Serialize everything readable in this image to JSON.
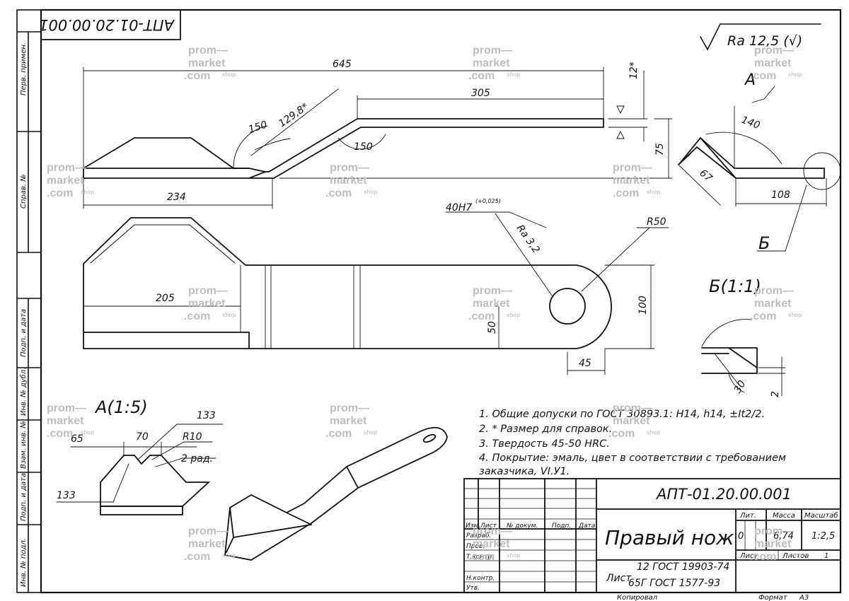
{
  "drawing": {
    "code_main": "АПТ-01.20.00.001",
    "code_rotated": "АПТ-01.20.00.001",
    "roughness": "Ra 12,5 (√)",
    "part_name": "Правый нож",
    "material_top": "12 ГОСТ 19903-74",
    "material_prefix": "Лист",
    "material_bottom": "65Г ГОСТ 1577-93",
    "footer_copied": "Копировал",
    "footer_format": "Формат",
    "footer_format_value": "А3"
  },
  "side_strip": {
    "labels": [
      "Перв. примен.",
      "Справ. №",
      "Подп. и дата",
      "Инв. № дубл.",
      "Взам. инв. №",
      "Подп. и дата",
      "Инв. № подл."
    ]
  },
  "views": {
    "section_a": "А",
    "section_b": "Б",
    "detail_a": "А(1:5)",
    "detail_b": "Б(1:1)"
  },
  "dims": {
    "d645": "645",
    "d305": "305",
    "d12": "12*",
    "d150a": "150",
    "d129": "129,8*",
    "d150b": "150",
    "d75": "75",
    "d234": "234",
    "d140": "140",
    "d67": "67",
    "d108": "108",
    "d40": "40H7",
    "d40tol": "(+0,025)",
    "ra32": "Ra 3,2",
    "r50": "R50",
    "d205": "205",
    "d100": "100",
    "d50": "50",
    "d45": "45",
    "d30": "30",
    "d2": "2",
    "a65": "65",
    "a70": "70",
    "a133a": "133",
    "ar10": "R10",
    "a2rad": "2 рад.",
    "a133b": "133"
  },
  "notes": [
    "1. Общие допуски по ГОСТ 30893.1: H14, h14, ±It2/2.",
    "2. * Размер для справок.",
    "3. Твердость  45-50 HRC.",
    "4. Покрытие: эмаль,  цвет в соответствии с требованием",
    "заказчика, VI.У1."
  ],
  "title_block": {
    "row_headers": [
      "Изм.",
      "Лист",
      "№ докум.",
      "Подп.",
      "Дата"
    ],
    "roles": [
      "Разраб.",
      "Пров.",
      "Т.контр.",
      "",
      "Н.контр.",
      "Утв."
    ],
    "lit_header": "Лит.",
    "mass_header": "Масса",
    "scale_header": "Масштаб",
    "lit_value": "0",
    "mass_value": "6,74",
    "scale_value": "1:2,5",
    "sheet_label": "Лист",
    "sheets_label": "Листов",
    "sheets_value": "1"
  },
  "watermark": {
    "line1": "prom—",
    "line2": "market",
    "line3": ".com",
    "shop": "shop"
  }
}
